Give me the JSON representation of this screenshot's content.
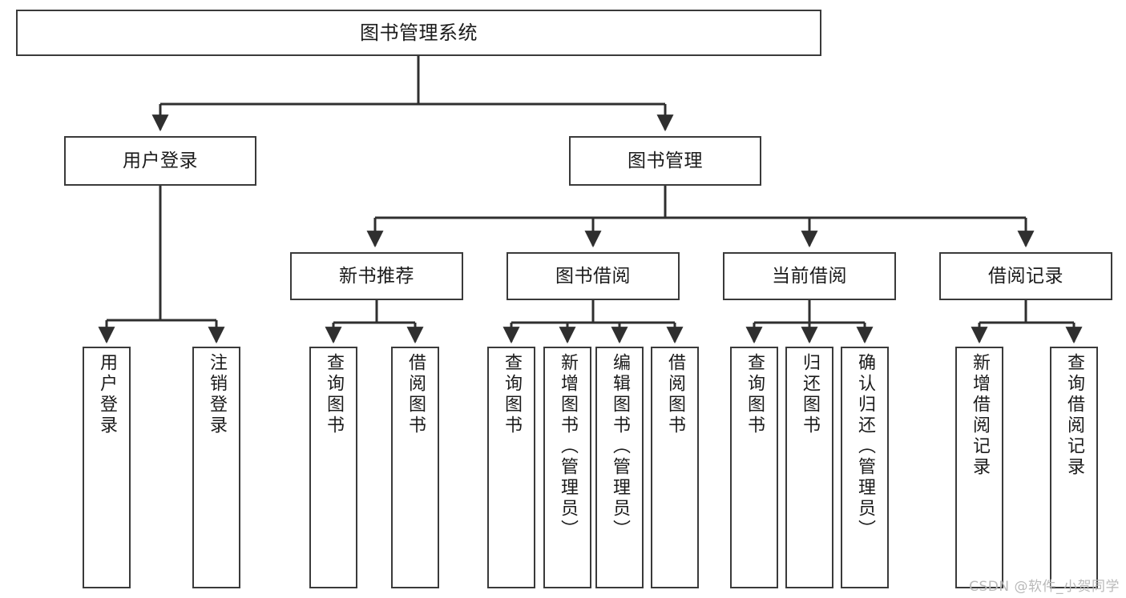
{
  "diagram": {
    "type": "tree-hierarchy",
    "title": "图书管理系统",
    "watermark": "CSDN @软件_小贺同学",
    "colors": {
      "box_border": "#3a3a3a",
      "box_fill": "#ffffff",
      "connector": "#2f2f2f",
      "text": "#1b1b1b",
      "watermark": "#b9b9b9"
    },
    "nodes": {
      "root": {
        "label": "图书管理系统"
      },
      "level2": [
        {
          "id": "user-login",
          "label": "用户登录"
        },
        {
          "id": "book-manage",
          "label": "图书管理"
        }
      ],
      "level3": [
        {
          "id": "new-book-recommend",
          "label": "新书推荐"
        },
        {
          "id": "book-borrow",
          "label": "图书借阅"
        },
        {
          "id": "current-borrow",
          "label": "当前借阅"
        },
        {
          "id": "borrow-record",
          "label": "借阅记录"
        }
      ],
      "leaves": {
        "user-login": [
          {
            "id": "leaf-user-login",
            "label": "用户登录"
          },
          {
            "id": "leaf-logout",
            "label": "注销登录"
          }
        ],
        "new-book-recommend": [
          {
            "id": "leaf-query-book-1",
            "label": "查询图书"
          },
          {
            "id": "leaf-borrow-book-1",
            "label": "借阅图书"
          }
        ],
        "book-borrow": [
          {
            "id": "leaf-query-book-2",
            "label": "查询图书"
          },
          {
            "id": "leaf-add-book",
            "label": "新增图书（管理员）"
          },
          {
            "id": "leaf-edit-book",
            "label": "编辑图书（管理员）"
          },
          {
            "id": "leaf-borrow-book-2",
            "label": "借阅图书"
          }
        ],
        "current-borrow": [
          {
            "id": "leaf-query-book-3",
            "label": "查询图书"
          },
          {
            "id": "leaf-return-book",
            "label": "归还图书"
          },
          {
            "id": "leaf-confirm-return",
            "label": "确认归还（管理员）"
          }
        ],
        "borrow-record": [
          {
            "id": "leaf-add-record",
            "label": "新增借阅记录"
          },
          {
            "id": "leaf-query-record",
            "label": "查询借阅记录"
          }
        ]
      }
    }
  }
}
